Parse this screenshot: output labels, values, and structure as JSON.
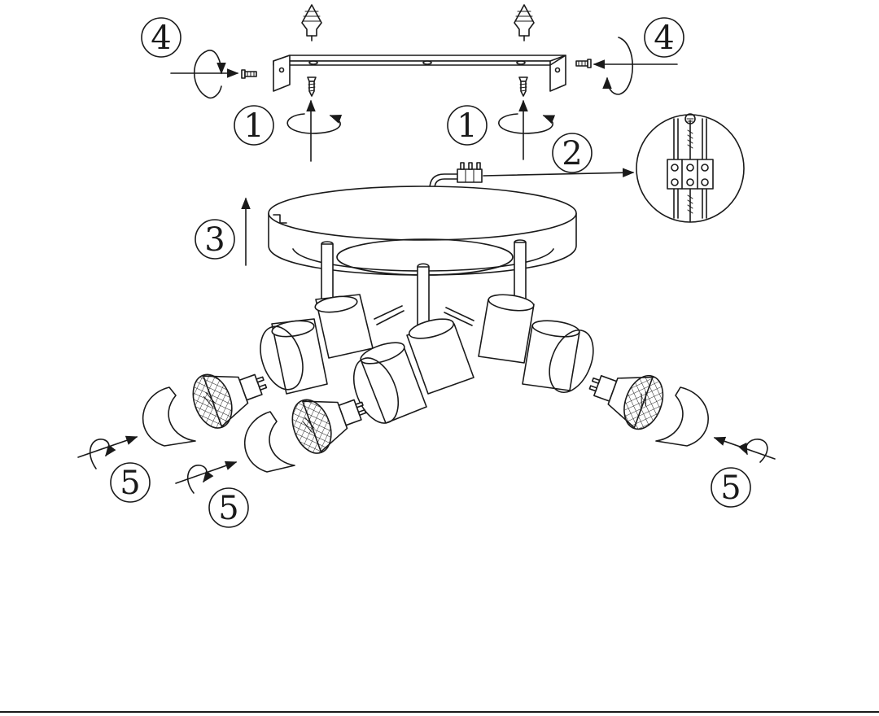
{
  "steps": [
    {
      "id": "4",
      "label": "4"
    },
    {
      "id": "4",
      "label": "4"
    },
    {
      "id": "1",
      "label": "1"
    },
    {
      "id": "1",
      "label": "1"
    },
    {
      "id": "2",
      "label": "2"
    },
    {
      "id": "3",
      "label": "3"
    },
    {
      "id": "5",
      "label": "5"
    },
    {
      "id": "5",
      "label": "5"
    },
    {
      "id": "5",
      "label": "5"
    }
  ],
  "colors": {
    "line": "#1a1a1a",
    "background": "#ffffff"
  }
}
